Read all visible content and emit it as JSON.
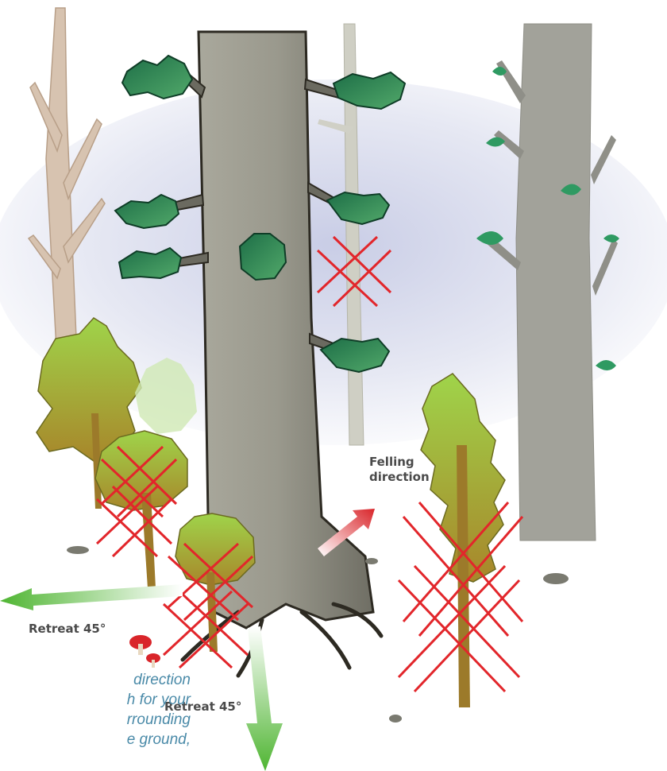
{
  "labels": {
    "felling_line1": "Felling",
    "felling_line2": "direction",
    "retreat_left": "Retreat 45°",
    "retreat_down": "Retreat 45°"
  },
  "caption_lines": [
    "direction",
    "h for your",
    "rrounding",
    "e ground,"
  ],
  "colors": {
    "trunk": "#8f8f85",
    "trunk_outline": "#2d2a22",
    "foliage_dark": "#1f7a4e",
    "foliage_light": "#8cc63f",
    "cross": "#e2262b",
    "retreat_arrow": "#5fbf3a",
    "felling_arrow": "#d9252a",
    "caption": "#4a8aa8"
  }
}
